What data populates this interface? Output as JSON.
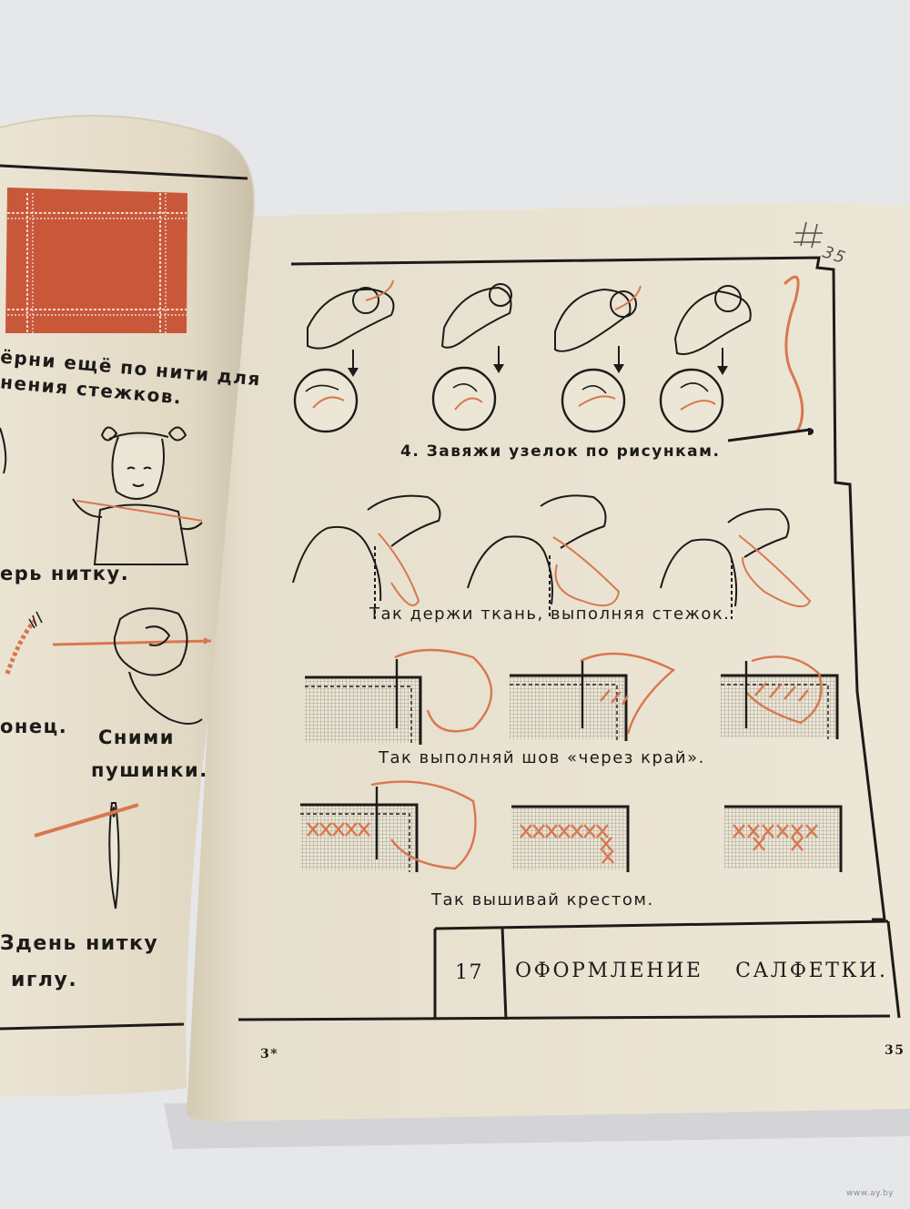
{
  "colors": {
    "thread": "#d9774f",
    "swatch": "#c9583a",
    "ink": "#1d1b19",
    "paper": "#ebe4d3"
  },
  "left_page": {
    "captions": {
      "run_again": "ёрни ещё по нити для",
      "stitches": "нения стежков.",
      "measure": "ерь нитку.",
      "end": "онец.",
      "remove_line1": "Сними",
      "remove_line2": "пушинки.",
      "thread_line1": "Здень нитку",
      "thread_line2": "иглу."
    },
    "page_mark": "3*"
  },
  "right_page": {
    "handwritten": "35",
    "captions": {
      "knot": "4. Завяжи узелок по рисункам.",
      "hold": "Так держи ткань, выполняя стежок.",
      "overcast": "Так выполняй шов «через край».",
      "cross": "Так вышивай крестом."
    },
    "lesson_number": "17",
    "lesson_title": "ОФОРМЛЕНИЕ САЛФЕТКИ.",
    "page_number": "35"
  },
  "watermark": "www.ay.by",
  "icons": [
    "knot-hand-icon",
    "thread-loop-icon",
    "needle-icon",
    "sewing-hand-icon",
    "fabric-grid-icon",
    "cross-stitch-icon",
    "girl-figure-icon"
  ]
}
